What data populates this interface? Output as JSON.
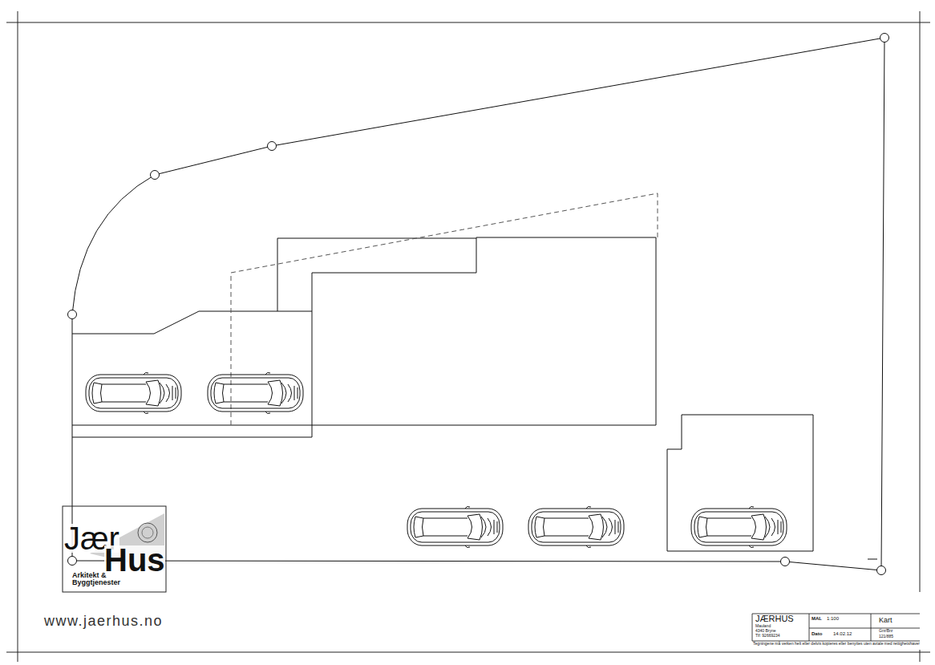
{
  "diagram": {
    "nodes": [
      {
        "text": [
          "Jær",
          "Hus",
          "Arkitekt & Byggtjenester"
        ]
      },
      {
        "text": [
          "JÆRHUS",
          "Mauland",
          "4340 Bryne",
          "Tlf: 92669234"
        ]
      },
      {
        "text": [
          "MAL",
          "1:100"
        ]
      },
      {
        "text": [
          "Kart"
        ]
      },
      {
        "text": [
          "Dato",
          "14.02.12"
        ]
      },
      {
        "text": [
          "Gnr/Bnr",
          "121/885"
        ]
      }
    ],
    "labels": [
      "www.jaerhus.no",
      "Tegningene må verken helt eller delvis kopieres eller benyttes uten avtale med rettighetshaver"
    ]
  }
}
